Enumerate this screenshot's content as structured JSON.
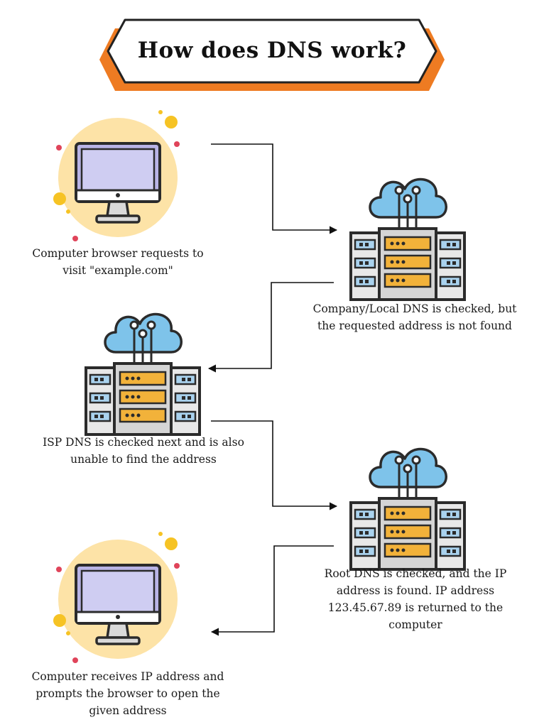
{
  "title": "How does DNS work?",
  "colors": {
    "accent_orange": "#ee7b22",
    "circle_fill": "#fde3a7",
    "dot_yellow": "#f6c324",
    "dot_red": "#e0445a",
    "monitor_screen": "#cfcdf2",
    "cloud_blue": "#7ec3ea",
    "server_orange": "#f2b23a",
    "server_blue": "#a9d2ee",
    "outline": "#2b2b2b"
  },
  "steps": [
    {
      "icon": "computer-icon",
      "caption": "Computer browser requests to visit \"example.com\""
    },
    {
      "icon": "dns-server-icon",
      "caption": "Company/Local DNS is checked, but the requested address is not found"
    },
    {
      "icon": "dns-server-icon",
      "caption": "ISP DNS is checked next and is also unable to find the address"
    },
    {
      "icon": "dns-server-icon",
      "caption": "Root DNS is checked, and the IP address is found. IP address 123.45.67.89 is returned to the computer"
    },
    {
      "icon": "computer-icon",
      "caption": "Computer receives IP address and prompts the browser to open the given address"
    }
  ]
}
